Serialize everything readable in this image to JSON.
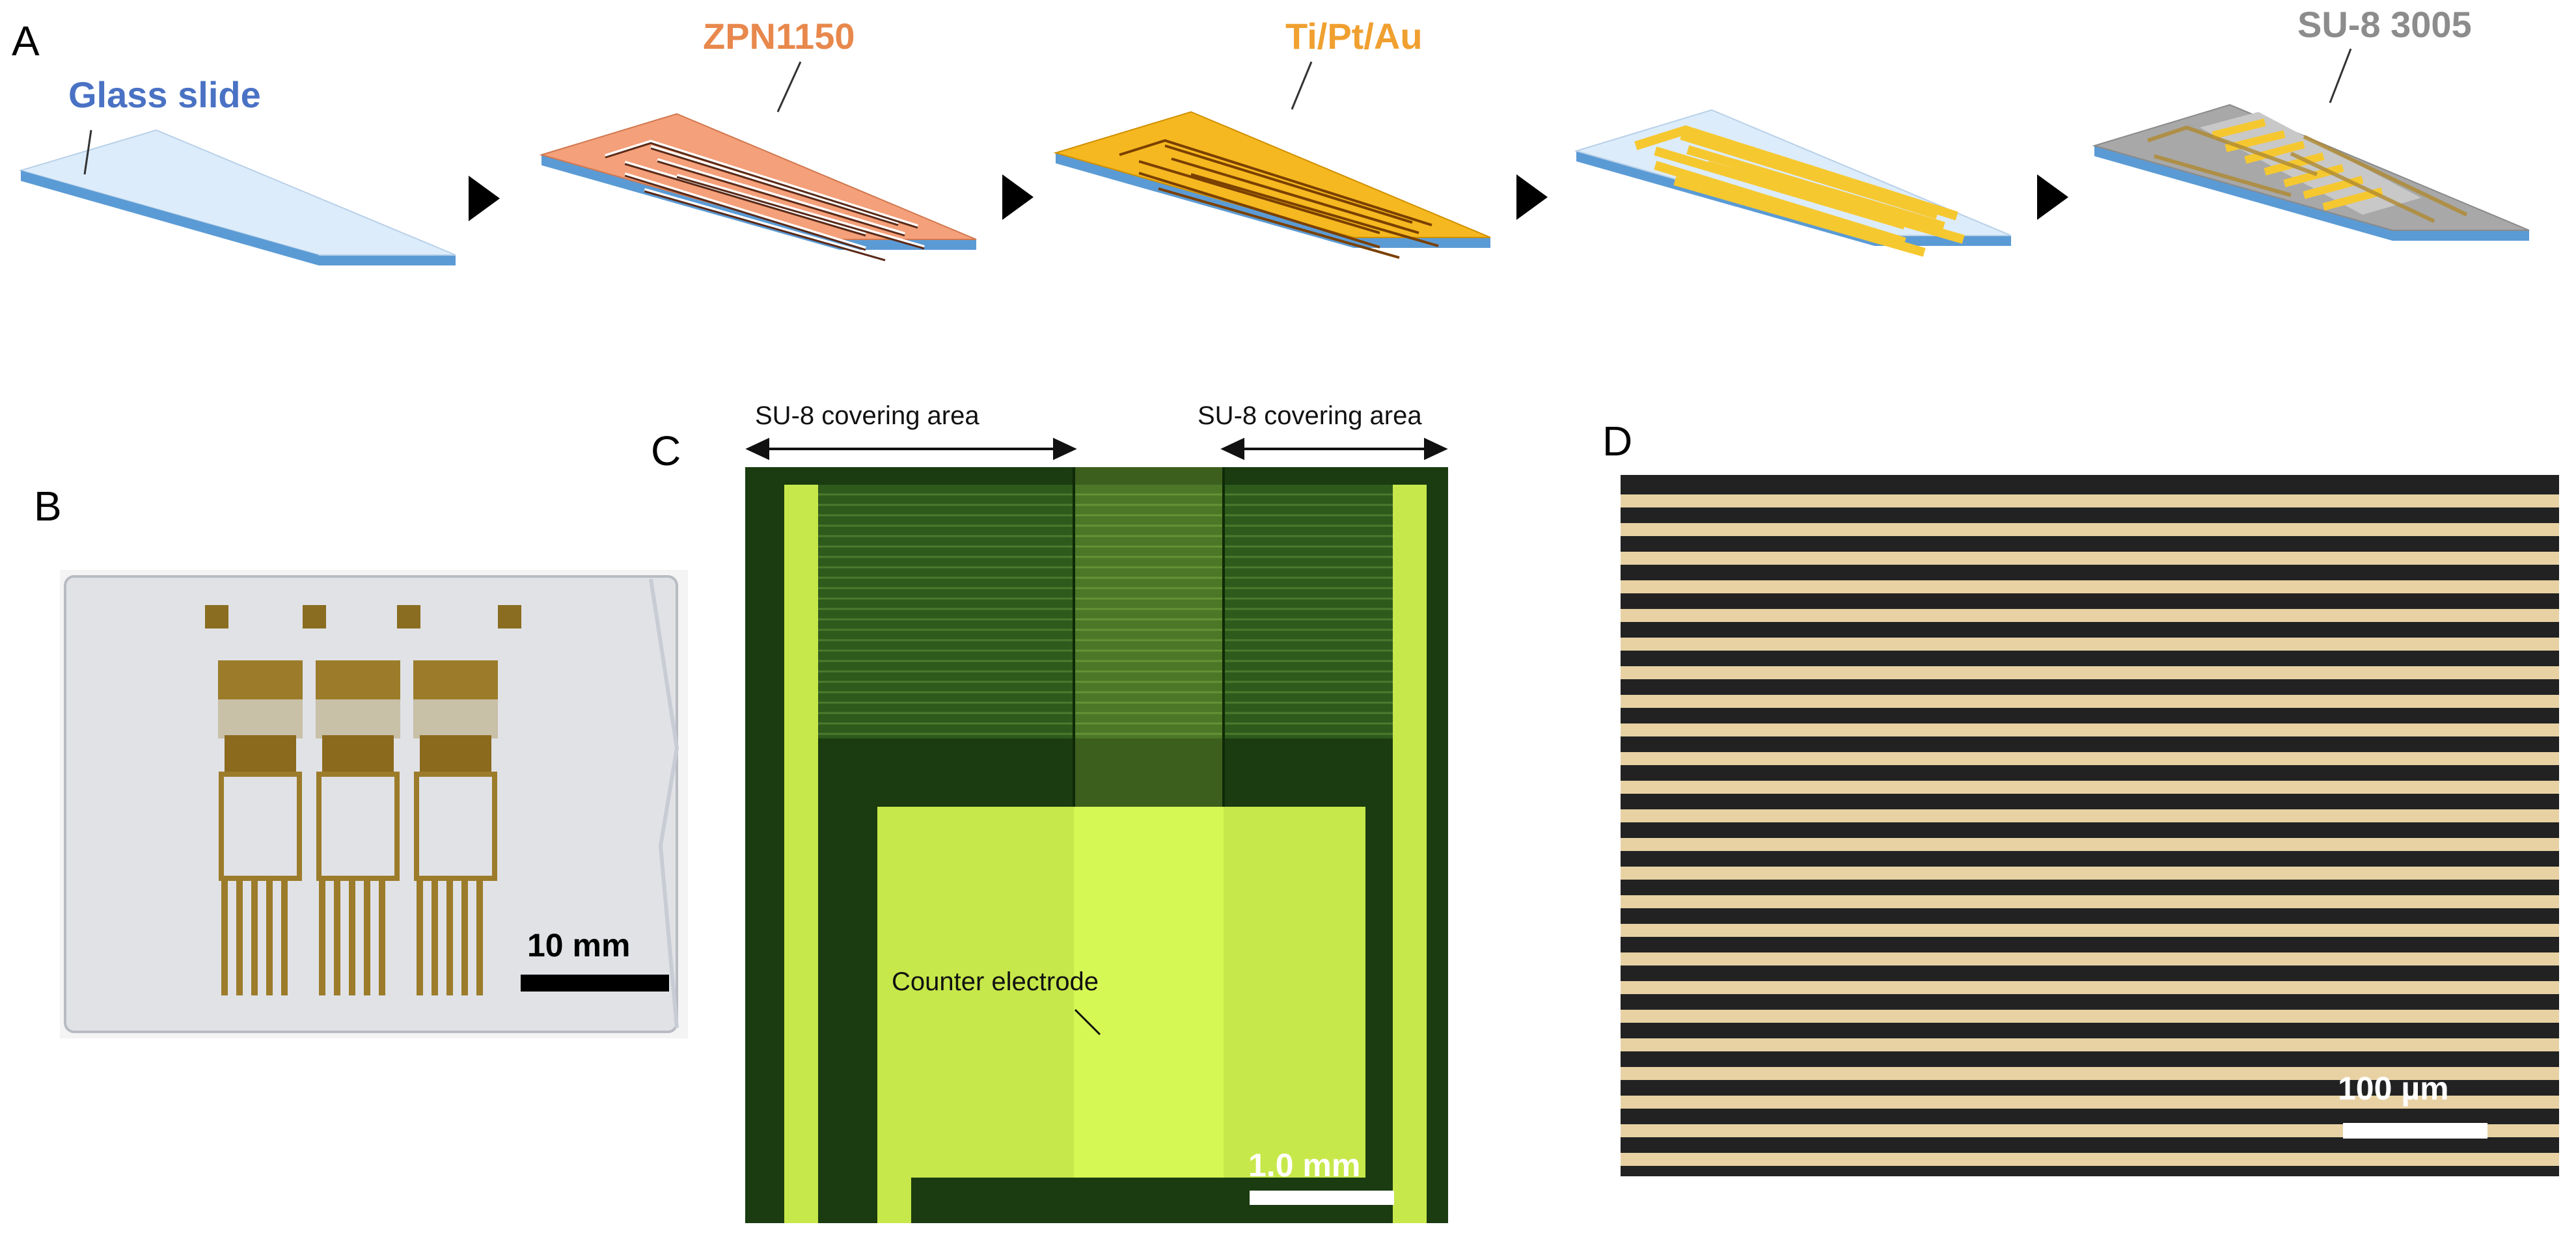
{
  "panels": {
    "a": {
      "letter": "A",
      "steps": [
        {
          "label": "Glass slide",
          "color": "#4a72c4"
        },
        {
          "label": "ZPN1150",
          "color": "#e8884c"
        },
        {
          "label": "Ti/Pt/Au",
          "color": "#f0a030"
        },
        {
          "label": "",
          "color": "#000000"
        },
        {
          "label": "SU-8 3005",
          "color": "#8c8c8c"
        }
      ]
    },
    "b": {
      "letter": "B",
      "scale_bar": "10 mm"
    },
    "c": {
      "letter": "C",
      "covering_left": "SU-8 covering area",
      "covering_right": "SU-8 covering area",
      "counter_electrode": "Counter electrode",
      "scale_bar": "1.0 mm"
    },
    "d": {
      "letter": "D",
      "scale_bar": "100 µm"
    }
  },
  "colors": {
    "glass_top": "#dcecfa",
    "glass_edge": "#5b9bd5",
    "resist": "#f4a07a",
    "metal": "#f6b820",
    "electrode": "#f6c830",
    "su8": "#a8a8a8",
    "micro_dark": "#1a3c10",
    "micro_light": "#c6e84a",
    "stripe_light": "#e8d2a4",
    "stripe_dark": "#222222"
  }
}
